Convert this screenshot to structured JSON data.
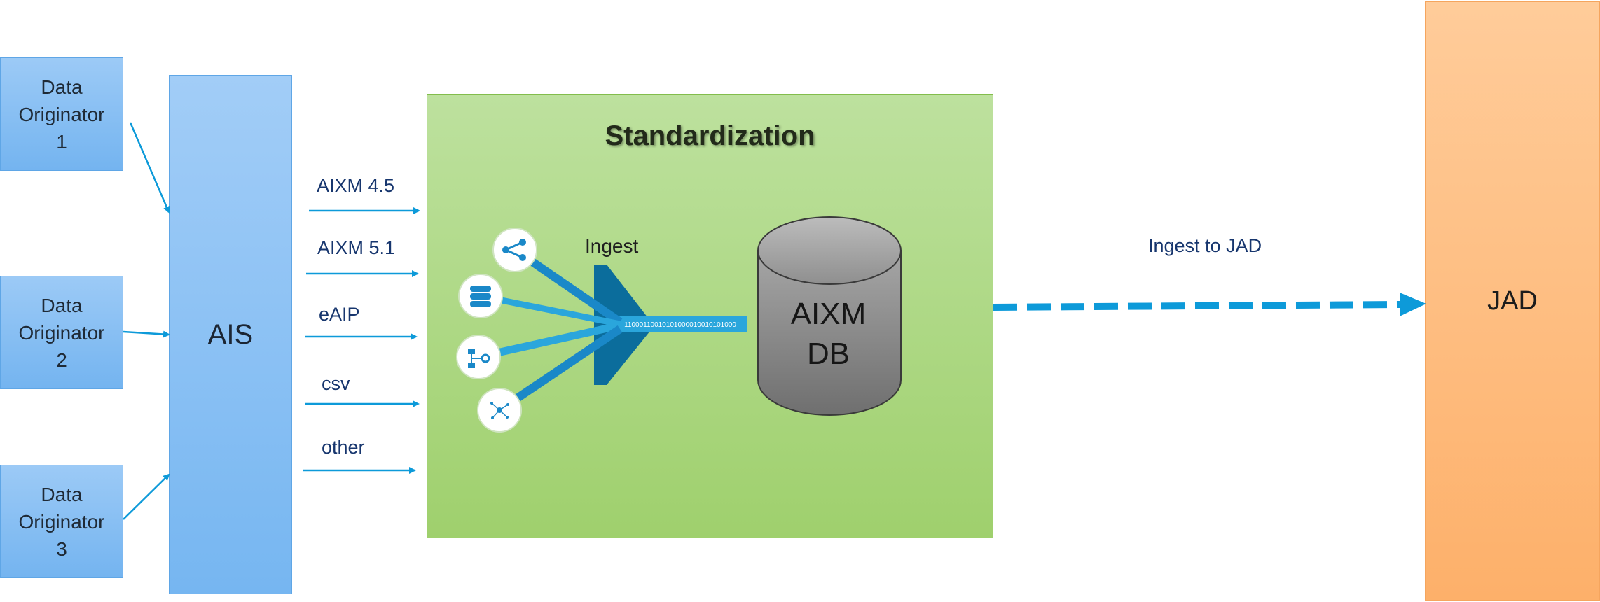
{
  "originators": [
    {
      "label": "Data\nOriginator\n1"
    },
    {
      "label": "Data\nOriginator\n2"
    },
    {
      "label": "Data\nOriginator\n3"
    }
  ],
  "ais": {
    "label": "AIS"
  },
  "formats": [
    "AIXM 4.5",
    "AIXM 5.1",
    "eAIP",
    "csv",
    "other"
  ],
  "standardization": {
    "title": "Standardization",
    "ingest_label": "Ingest",
    "binary_stream": "11000110010101000010010101000",
    "database_label": "AIXM\nDB"
  },
  "ingest_to_jad": {
    "label": "Ingest to JAD"
  },
  "jad": {
    "label": "JAD"
  },
  "source_icons": [
    "share-icon",
    "database-icon",
    "workflow-icon",
    "network-hub-icon"
  ],
  "colors": {
    "arrow": "#0d9ad9",
    "originator_fill": "#8ac0f3",
    "panel_fill": "#b0da8a",
    "jad_fill": "#fec088",
    "database_fill": "#8c8c8c",
    "funnel": "#0b6d9c"
  }
}
